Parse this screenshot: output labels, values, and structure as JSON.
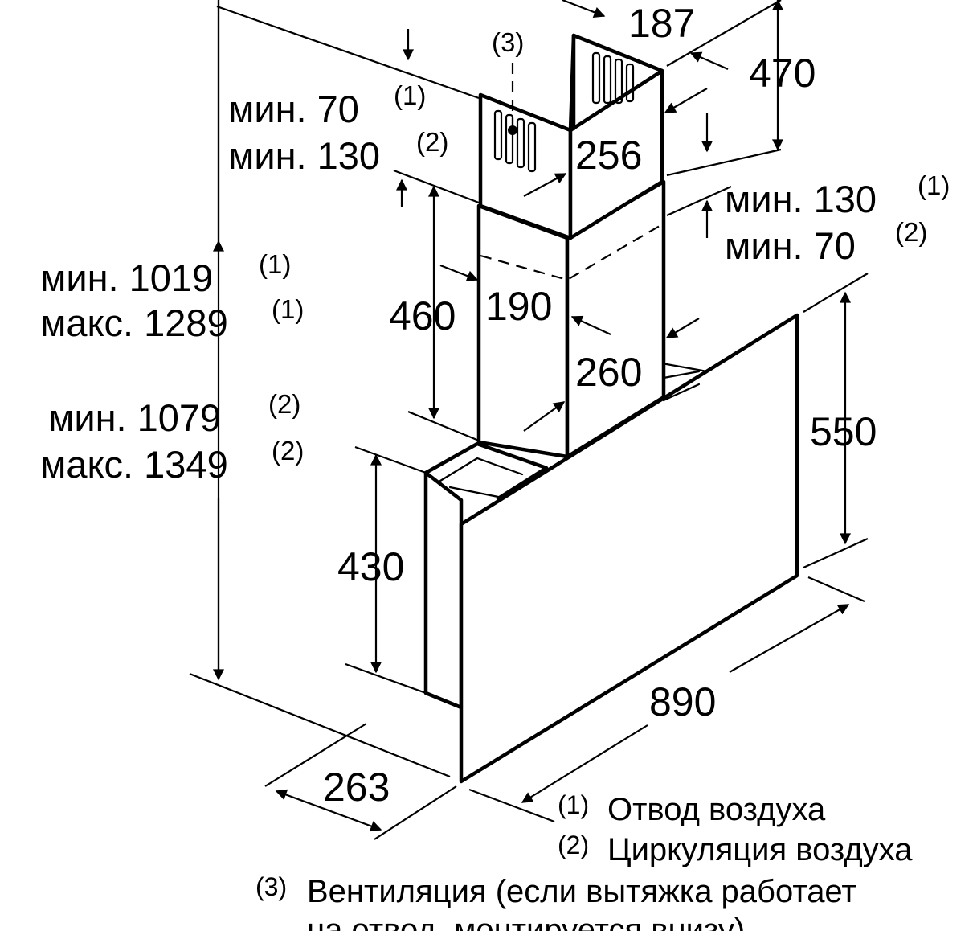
{
  "dimensions": {
    "d187": "187",
    "d470": "470",
    "d256": "256",
    "d460": "460",
    "d190": "190",
    "d260": "260",
    "d550": "550",
    "d430": "430",
    "d890": "890",
    "d263": "263"
  },
  "notes": {
    "exhaust_min_top": "мин. 70",
    "exhaust_min_top_ref": "(1)",
    "recirc_min_top": "мин. 130",
    "recirc_min_top_ref": "(2)",
    "exhaust_min_right": "мин. 130",
    "exhaust_min_right_ref": "(1)",
    "recirc_min_right": "мин. 70",
    "recirc_min_right_ref": "(2)",
    "exhaust_min_total": "мин. 1019",
    "exhaust_min_total_ref": "(1)",
    "exhaust_max_total": "макс. 1289",
    "exhaust_max_total_ref": "(1)",
    "recirc_min_total": "мин. 1079",
    "recirc_min_total_ref": "(2)",
    "recirc_max_total": "макс. 1349",
    "recirc_max_total_ref": "(2)",
    "vent_ref": "(3)"
  },
  "legend": [
    {
      "ref": "(1)",
      "text": "Отвод воздуха"
    },
    {
      "ref": "(2)",
      "text": "Циркуляция воздуха"
    },
    {
      "ref": "(3)",
      "text": "Вентиляция (если вытяжка работает"
    },
    {
      "ref": "",
      "text": "на отвод, монтируется внизу)"
    }
  ]
}
